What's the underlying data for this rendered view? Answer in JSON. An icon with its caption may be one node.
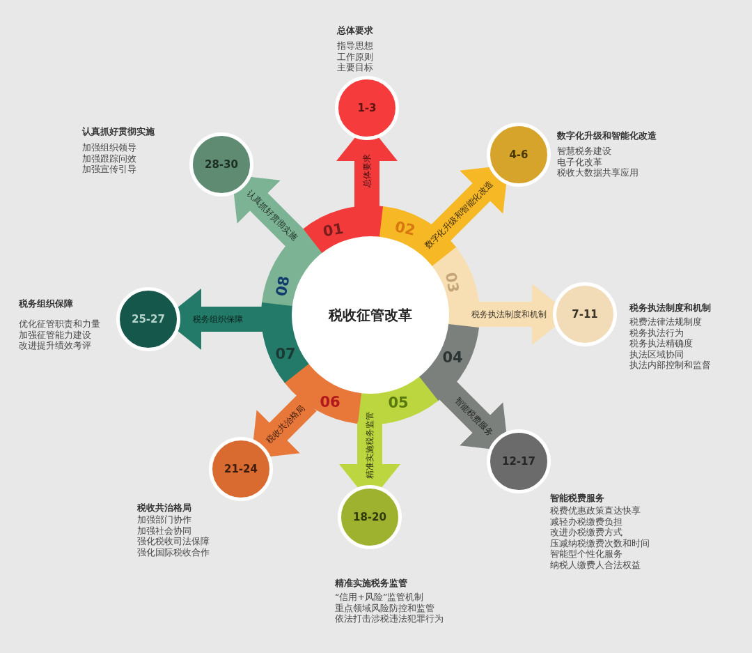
{
  "diagram": {
    "nodes": [
      {
        "text": [
          "税收征管改革"
        ]
      },
      {
        "text": [
          "01"
        ]
      },
      {
        "text": [
          "02"
        ]
      },
      {
        "text": [
          "03"
        ]
      },
      {
        "text": [
          "04"
        ]
      },
      {
        "text": [
          "05"
        ]
      },
      {
        "text": [
          "06"
        ]
      },
      {
        "text": [
          "07"
        ]
      },
      {
        "text": [
          "08"
        ]
      },
      {
        "text": [
          "1-3"
        ],
        "beside": [
          "总体要求",
          "指导思想",
          "工作原则",
          "主要目标"
        ]
      },
      {
        "text": [
          "4-6"
        ],
        "beside": [
          "数字化升级和智能化改造",
          "智慧税务建设",
          "电子化改革",
          "税收大数据共享应用"
        ]
      },
      {
        "text": [
          "7-11"
        ],
        "beside": [
          "税务执法制度和机制",
          "税费法律法规制度",
          "税务执法行为",
          "税务执法精确度",
          "执法区域协同",
          "执法内部控制和监督"
        ]
      },
      {
        "text": [
          "12-17"
        ],
        "beside": [
          "智能税费服务",
          "税费优惠政策直达快享",
          "减轻办税缴费负担",
          "改进办税缴费方式",
          "压减纳税缴费次数和时间",
          "智能型个性化服务",
          "纳税人缴费人合法权益"
        ]
      },
      {
        "text": [
          "18-20"
        ],
        "beside": [
          "精准实施税务监管",
          "“信用+风险”监管机制",
          "重点领域风险防控和监管",
          "依法打击涉税违法犯罪行为"
        ]
      },
      {
        "text": [
          "21-24"
        ],
        "beside": [
          "税收共治格局",
          "加强部门协作",
          "加强社会协同",
          "强化税收司法保障",
          "强化国际税收合作"
        ]
      },
      {
        "text": [
          "25-27"
        ],
        "beside": [
          "税务组织保障",
          "优化征管职责和力量",
          "加强征管能力建设",
          "改进提升绩效考评"
        ]
      },
      {
        "text": [
          "28-30"
        ],
        "beside": [
          "认真抓好贯彻实施",
          "加强组织领导",
          "加强跟踪问效",
          "加强宣传引导"
        ]
      }
    ],
    "edges": [
      {
        "from": 1,
        "to": 9,
        "arrow": "to",
        "label": "总体要求",
        "color": "#f23a3a"
      },
      {
        "from": 2,
        "to": 10,
        "arrow": "to",
        "label": "数字化升级和智能化改造",
        "color": "#f6b824"
      },
      {
        "from": 3,
        "to": 11,
        "arrow": "to",
        "label": "税务执法制度和机制",
        "color": "#f8dfb3"
      },
      {
        "from": 4,
        "to": 12,
        "arrow": "to",
        "label": "智能税费服务",
        "color": "#7b807c"
      },
      {
        "from": 5,
        "to": 13,
        "arrow": "to",
        "label": "精准实施税务监管",
        "color": "#bcd63f"
      },
      {
        "from": 6,
        "to": 14,
        "arrow": "to",
        "label": "税收共治格局",
        "color": "#e8773a"
      },
      {
        "from": 7,
        "to": 15,
        "arrow": "to",
        "label": "税务组织保障",
        "color": "#247a68"
      },
      {
        "from": 8,
        "to": 16,
        "arrow": "to",
        "label": "认真抓好贯彻实施",
        "color": "#7bb394"
      }
    ]
  }
}
